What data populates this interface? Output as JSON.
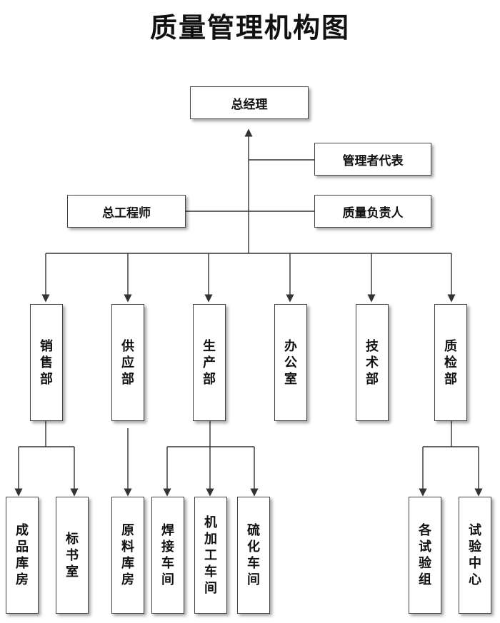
{
  "title": "质量管理机构图",
  "top": {
    "gm": "总经理",
    "rep": "管理者代表",
    "chief_engineer": "总工程师",
    "quality_head": "质量负责人"
  },
  "departments": [
    "销售部",
    "供应部",
    "生产部",
    "办公室",
    "技术部",
    "质检部"
  ],
  "subunits": {
    "sales": [
      "成品库房",
      "标书室"
    ],
    "supply": [
      "原料库房"
    ],
    "production": [
      "焊接车间",
      "机加工车间",
      "硫化车间"
    ],
    "qc": [
      "各试验组",
      "试验中心"
    ]
  }
}
